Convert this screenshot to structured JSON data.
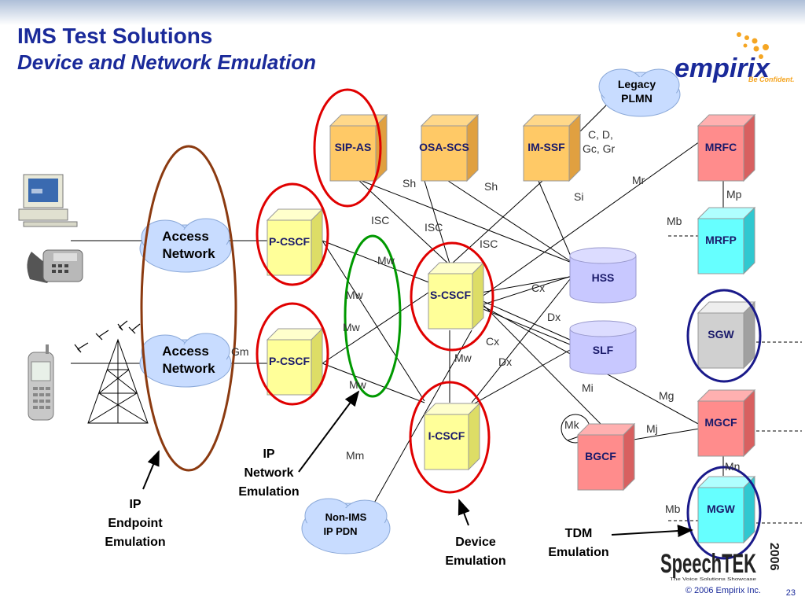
{
  "header": {
    "title": "IMS Test Solutions",
    "subtitle": "Device and Network Emulation"
  },
  "logo": {
    "brand": "empirix",
    "tagline": "Be Confident.",
    "colors": {
      "text": "#1a2a9a",
      "dots": "#f5a623"
    }
  },
  "nodes": {
    "sip_as": "SIP-AS",
    "osa_scs": "OSA-SCS",
    "im_ssf": "IM-SSF",
    "mrfc": "MRFC",
    "mrfp": "MRFP",
    "p_cscf_1": "P-CSCF",
    "p_cscf_2": "P-CSCF",
    "s_cscf": "S-CSCF",
    "i_cscf": "I-CSCF",
    "hss": "HSS",
    "slf": "SLF",
    "sgw": "SGW",
    "mgcf": "MGCF",
    "bgcf": "BGCF",
    "mgw": "MGW"
  },
  "clouds": {
    "legacy_plmn": [
      "Legacy",
      "PLMN"
    ],
    "access_network_1": [
      "Access",
      "Network"
    ],
    "access_network_2": [
      "Access",
      "Network"
    ],
    "non_ims": [
      "Non-IMS",
      "IP PDN"
    ]
  },
  "interfaces": {
    "sh1": "Sh",
    "sh2": "Sh",
    "si": "Si",
    "mr": "Mr",
    "cdgcgr1": "C, D,",
    "cdgcgr2": "Gc, Gr",
    "mp": "Mp",
    "mb1": "Mb",
    "mb2": "Mb",
    "isc1": "ISC",
    "isc2": "ISC",
    "isc3": "ISC",
    "mw1": "Mw",
    "mw2": "Mw",
    "mw3": "Mw",
    "mw4": "Mw",
    "mw5": "Mw",
    "cx1": "Cx",
    "cx2": "Cx",
    "dx1": "Dx",
    "dx2": "Dx",
    "gm": "Gm",
    "mi": "Mi",
    "mg": "Mg",
    "mk": "Mk",
    "mj": "Mj",
    "mn": "Mn",
    "mm": "Mm"
  },
  "callouts": {
    "ip_network": [
      "IP",
      "Network",
      "Emulation"
    ],
    "ip_endpoint": [
      "IP",
      "Endpoint",
      "Emulation"
    ],
    "device": [
      "Device",
      "Emulation"
    ],
    "tdm": [
      "TDM",
      "Emulation"
    ]
  },
  "sponsor": {
    "name": "SpeechTEK",
    "year": "2006",
    "tagline": "The Voice Solutions Showcase"
  },
  "footer": {
    "copyright": "© 2006 Empirix Inc.",
    "page": "23"
  },
  "colors": {
    "orange_box": "#ffc966",
    "yellow_box": "#ffff99",
    "pink_box": "#ff8c8c",
    "cyan_box": "#66ffff",
    "grey_box": "#d0d0d0",
    "lavender_db": "#c8c8ff",
    "cloud": "#c8dcff",
    "red_ring": "#e00000",
    "green_ring": "#009900",
    "brown_ring": "#8b3a10",
    "navy_ring": "#1a1a8a"
  }
}
